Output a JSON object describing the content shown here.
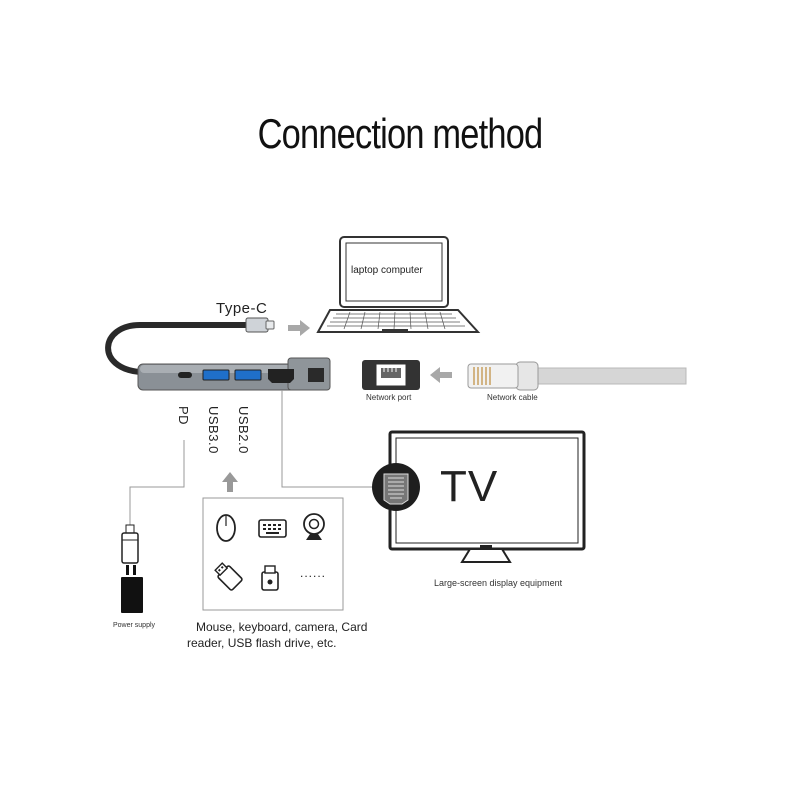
{
  "title": "Connection method",
  "labels": {
    "type_c": "Type-C",
    "laptop": "laptop computer",
    "network_port": "Network port",
    "network_cable": "Network cable",
    "pd": "PD",
    "usb30": "USB3.0",
    "usb20": "USB2.0",
    "tv": "TV",
    "tv_caption": "Large-screen display equipment",
    "power_supply": "Power supply",
    "peripherals_line1": "Mouse, keyboard, camera,   Card",
    "peripherals_line2": "reader, USB flash drive, etc.",
    "dots": "......"
  },
  "icons": [
    "mouse-icon",
    "keyboard-icon",
    "camera-icon",
    "usb-flash-drive-icon",
    "card-reader-icon"
  ]
}
